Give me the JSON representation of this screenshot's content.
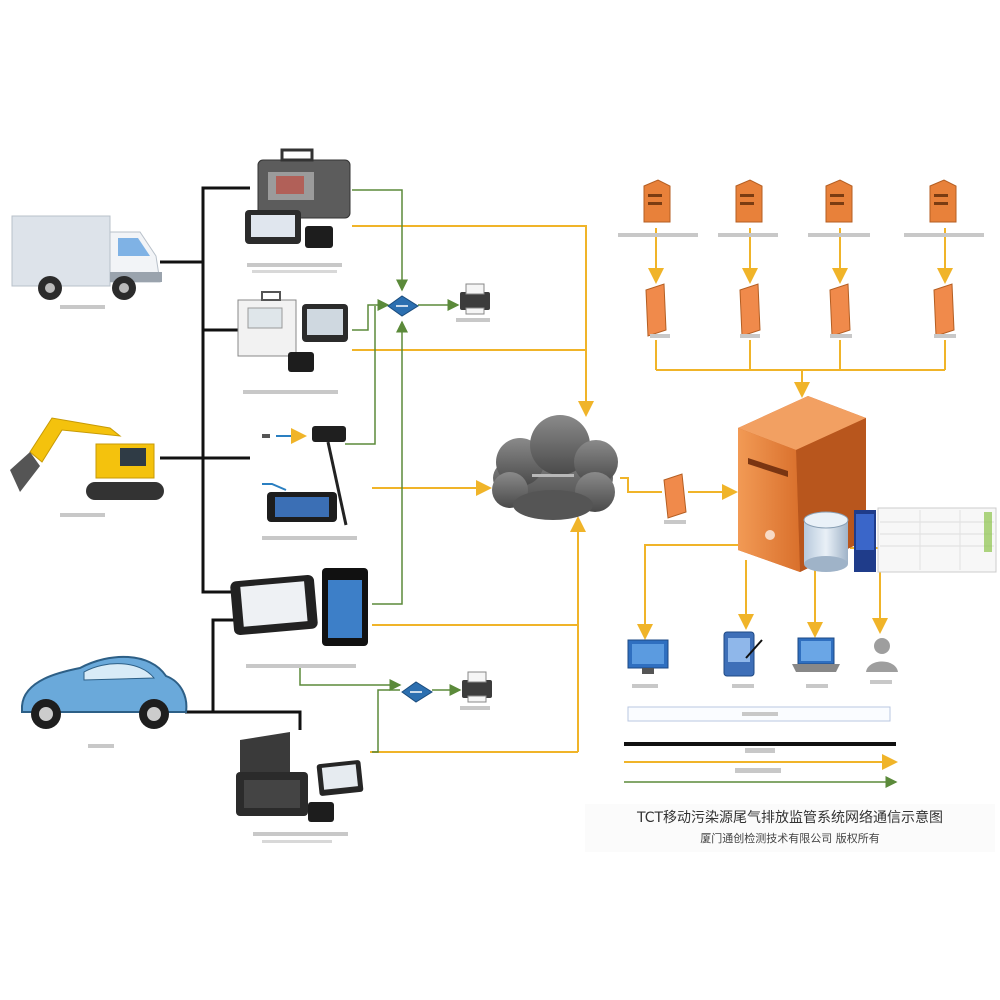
{
  "title": {
    "main": "TCT移动污染源尾气排放监管系统网络通信示意图",
    "sub": "厦门通创检测技术有限公司 版权所有"
  },
  "colors": {
    "yellow_line": "#f0b429",
    "green_line": "#5b8a3a",
    "black_line": "#111111",
    "server_orange": "#e8813a",
    "firewall_orange": "#f08a4b"
  },
  "icons": [
    "truck-icon",
    "excavator-icon",
    "car-icon",
    "cloud-icon",
    "server-tower-icon",
    "database-icon",
    "firewall-icon",
    "router-icon",
    "printer-icon",
    "desktop-icon",
    "pda-icon",
    "laptop-icon",
    "user-icon"
  ],
  "legend": [
    {
      "kind": "black",
      "label": ""
    },
    {
      "kind": "yellow",
      "label": ""
    },
    {
      "kind": "green",
      "label": ""
    }
  ]
}
